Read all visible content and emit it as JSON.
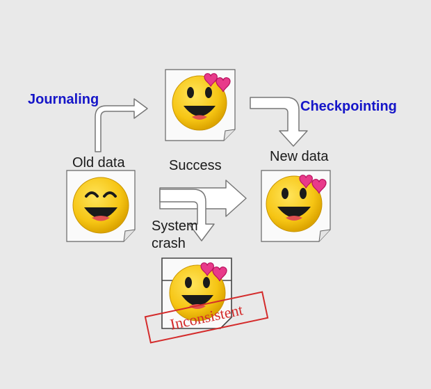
{
  "labels": {
    "journaling": "Journaling",
    "checkpointing": "Checkpointing",
    "old_data": "Old data",
    "success": "Success",
    "new_data": "New data",
    "system_crash_line1": "System",
    "system_crash_line2": "crash",
    "inconsistent": "Inconsistent"
  },
  "colors": {
    "background": "#e9e9e9",
    "emphasis_label": "#1515c8",
    "stamp": "#d42b2b",
    "face": "#f4c11a",
    "heart": "#e83a8a"
  },
  "icons": [
    "smiley-face-icon",
    "heart-icon",
    "arrow-icon",
    "document-icon"
  ]
}
